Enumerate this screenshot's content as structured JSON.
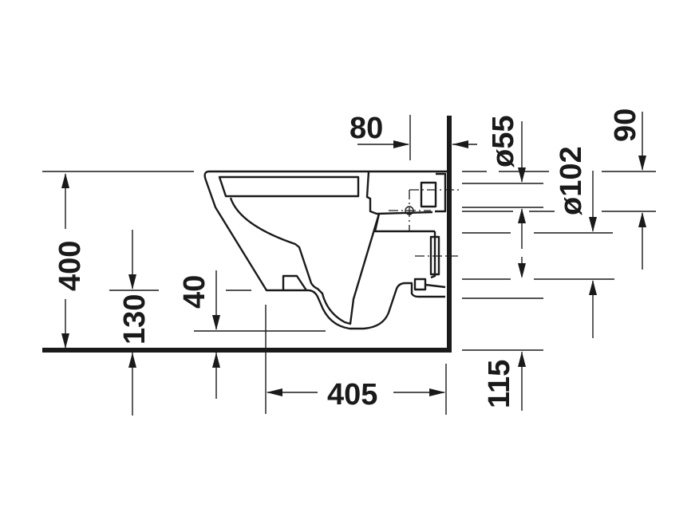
{
  "drawing": {
    "subject": "wall-hung toilet side view",
    "line_color": "#1a1a1a",
    "background": "#ffffff"
  },
  "dimensions": {
    "height_total": "400",
    "outlet_height": "130",
    "outlet_offset": "40",
    "projection": "405",
    "wall_offset": "80",
    "supply_diameter": "ø55",
    "outlet_diameter": "ø102",
    "top_offset": "90",
    "bottom_offset": "115"
  }
}
